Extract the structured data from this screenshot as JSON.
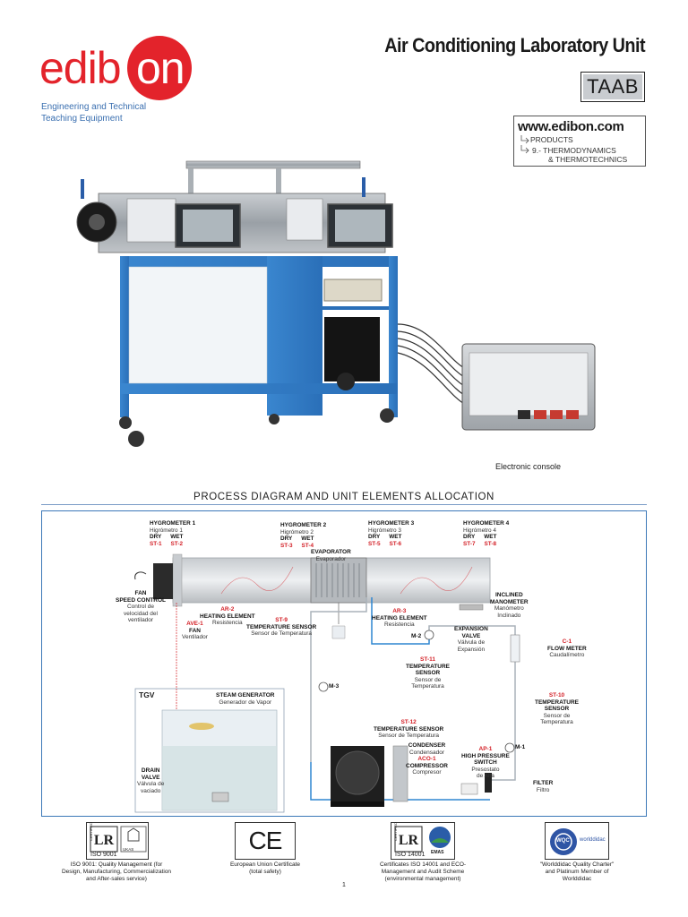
{
  "brand": {
    "logo_text_a": "edib",
    "logo_text_b": "on",
    "tagline_line1": "Engineering and Technical",
    "tagline_line2": "Teaching Equipment"
  },
  "header": {
    "title": "Air Conditioning Laboratory Unit",
    "code": "TAAB"
  },
  "web": {
    "url": "www.edibon.com",
    "line1": "PRODUCTS",
    "line2": "9.- THERMODYNAMICS",
    "line3": "& THERMOTECHNICS"
  },
  "photo": {
    "console_caption": "Electronic console"
  },
  "diagram": {
    "section_title": "PROCESS DIAGRAM AND UNIT ELEMENTS ALLOCATION",
    "hygrometers": [
      {
        "title": "HYGROMETER 1",
        "sub": "Higrómetro 1",
        "dry_label": "DRY",
        "wet_label": "WET",
        "dry": "ST-1",
        "wet": "ST-2"
      },
      {
        "title": "HYGROMETER 2",
        "sub": "Higrómetro 2",
        "dry_label": "DRY",
        "wet_label": "WET",
        "dry": "ST-3",
        "wet": "ST-4"
      },
      {
        "title": "HYGROMETER 3",
        "sub": "Higrómetro 3",
        "dry_label": "DRY",
        "wet_label": "WET",
        "dry": "ST-5",
        "wet": "ST-6"
      },
      {
        "title": "HYGROMETER 4",
        "sub": "Higrómetro 4",
        "dry_label": "DRY",
        "wet_label": "WET",
        "dry": "ST-7",
        "wet": "ST-8"
      }
    ],
    "fan_speed": {
      "title_a": "FAN",
      "title_b": "SPEED CONTROL",
      "sub_a": "Control de",
      "sub_b": "velocidad del",
      "sub_c": "ventilador"
    },
    "fan": {
      "code": "AVE-1",
      "title": "FAN",
      "sub": "Ventilador"
    },
    "heater2": {
      "code": "AR-2",
      "title": "HEATING ELEMENT",
      "sub": "Resistencia"
    },
    "st9": {
      "code": "ST-9",
      "title": "TEMPERATURE SENSOR",
      "sub": "Sensor de Temperatura"
    },
    "evaporator": {
      "title": "EVAPORATOR",
      "sub": "Evaporador"
    },
    "heater3": {
      "code": "AR-3",
      "title": "HEATING ELEMENT",
      "sub": "Resistencia"
    },
    "manometer": {
      "title_a": "INCLINED",
      "title_b": "MANOMETER",
      "sub_a": "Manómetro",
      "sub_b": "Inclinado"
    },
    "m2": {
      "code": "M-2"
    },
    "expansion": {
      "title_a": "EXPANSION",
      "title_b": "VALVE",
      "sub_a": "Válvula de",
      "sub_b": "Expansión"
    },
    "flow": {
      "code": "C-1",
      "title": "FLOW METER",
      "sub": "Caudalímetro"
    },
    "st11": {
      "code": "ST-11",
      "title_a": "TEMPERATURE",
      "title_b": "SENSOR",
      "sub_a": "Sensor de",
      "sub_b": "Temperatura"
    },
    "m3": {
      "code": "M-3"
    },
    "st10": {
      "code": "ST-10",
      "title_a": "TEMPERATURE",
      "title_b": "SENSOR",
      "sub_a": "Sensor de",
      "sub_b": "Temperatura"
    },
    "tgv": {
      "code": "TGV",
      "title": "STEAM GENERATOR",
      "sub": "Generador de Vapor"
    },
    "st12": {
      "code": "ST-12",
      "title": "TEMPERATURE SENSOR",
      "sub": "Sensor de Temperatura"
    },
    "condenser": {
      "code": "ACO-1",
      "title": "CONDENSER",
      "sub": "Condensador",
      "title2": "COMPRESSOR",
      "sub2": "Compresor"
    },
    "pressure": {
      "code": "AP-1",
      "title_a": "HIGH PRESSURE",
      "title_b": "SWITCH",
      "sub_a": "Presostato",
      "sub_b": "de Alta"
    },
    "m1": {
      "code": "M-1"
    },
    "drain": {
      "title_a": "DRAIN",
      "title_b": "VALVE",
      "sub_a": "Válvula de",
      "sub_b": "vaciado"
    },
    "filter": {
      "title": "FILTER",
      "sub": "Filtro"
    }
  },
  "footer": {
    "iso9001_label": "ISO 9001",
    "iso14001_label": "ISO 14001",
    "certified": "CERTIFIED",
    "emas": "EMAS",
    "ce": "CE",
    "ukas": "UKAS",
    "wqc": "WQC",
    "worlddidac": "worlddidac",
    "cap1_a": "ISO 9001: Quality Management (for",
    "cap1_b": "Design, Manufacturing, Commercialization",
    "cap1_c": "and After-sales service)",
    "cap2_a": "European Union Certificate",
    "cap2_b": "(total safety)",
    "cap3_a": "Certificates ISO 14001 and ECO-",
    "cap3_b": "Management and Audit Scheme",
    "cap3_c": "(environmental management)",
    "cap4_a": "\"Worlddidac Quality Charter\"",
    "cap4_b": "and Platinum Member of",
    "cap4_c": "Worlddidac",
    "page": "1"
  }
}
